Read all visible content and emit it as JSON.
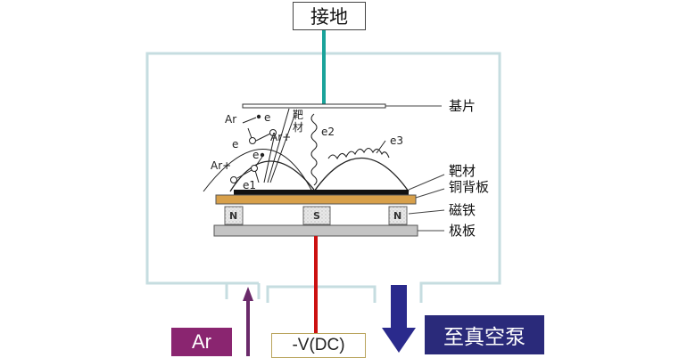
{
  "ground_label": "接地",
  "labels": {
    "substrate": "基片",
    "target": "靶材",
    "copper_backplate": "铜背板",
    "magnet": "磁铁",
    "pole_plate": "极板"
  },
  "target_inner_label": [
    "靶",
    "材"
  ],
  "electrons": {
    "e": "e",
    "e1": "e1",
    "e2": "e2",
    "e3": "e3"
  },
  "ions": {
    "ar_plus": "Ar+",
    "ar": "Ar"
  },
  "magnets": {
    "north": "N",
    "south": "S"
  },
  "bottom": {
    "ar_gas": "Ar",
    "voltage": "-V(DC)",
    "pump": "至真空泵"
  },
  "colors": {
    "chamber_wall": "#c6dde0",
    "ground_wire": "#1aa39a",
    "power_wire": "#cc1111",
    "copper_plate": "#d8a04a",
    "target": "#111111",
    "pole_plate": "#c4c4c4",
    "ar_arrow": "#6a2a6a",
    "pump_arrow": "#2a2a8c",
    "ar_box": "#8a2570",
    "pump_box": "#2a2a7a"
  }
}
